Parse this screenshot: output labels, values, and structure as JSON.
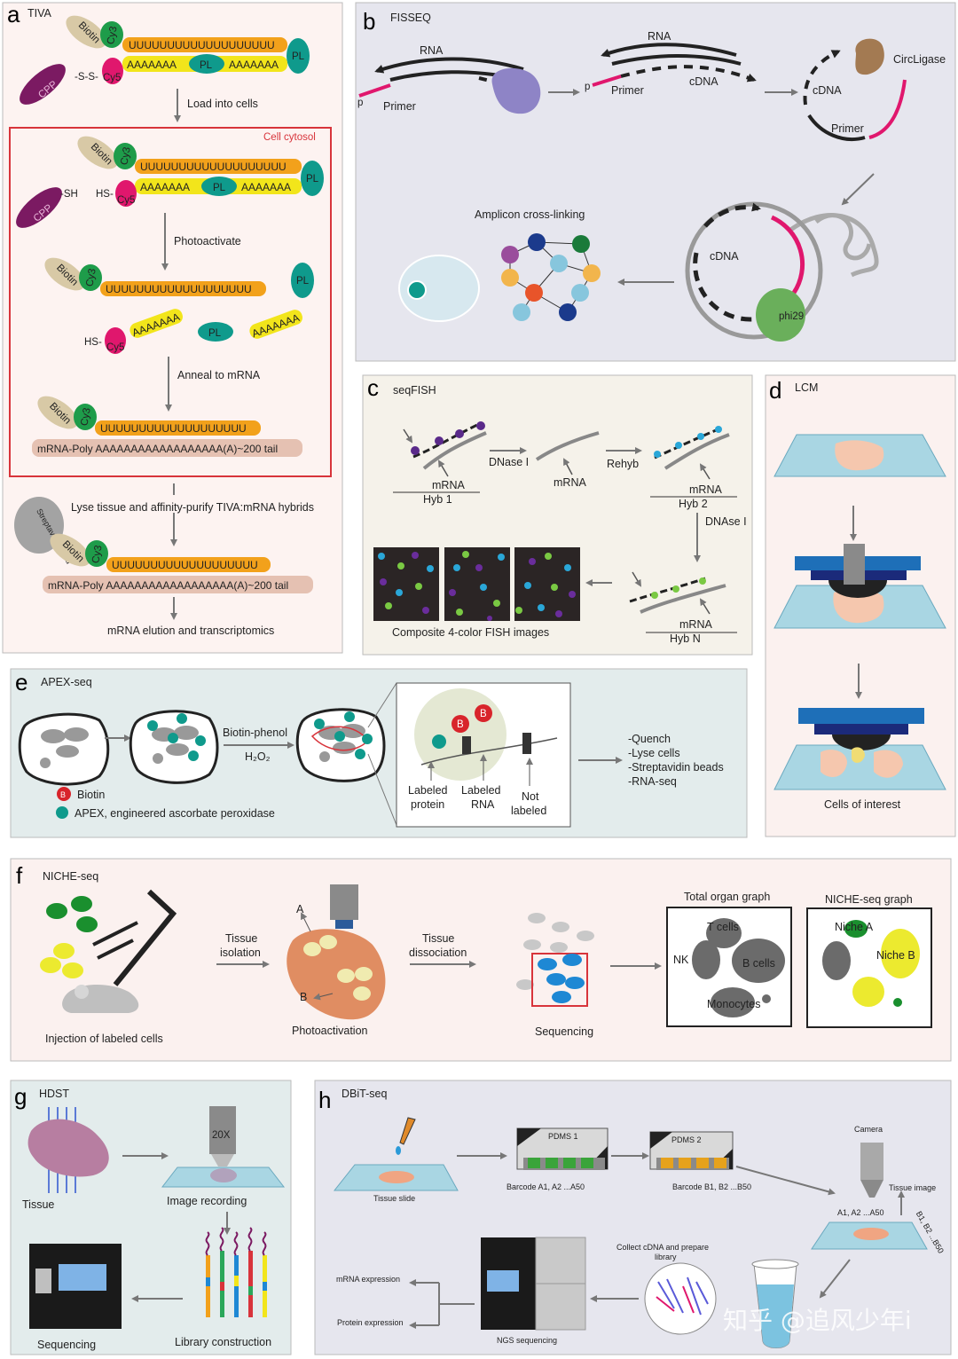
{
  "watermark": "知乎 @追风少年i",
  "panel_a": {
    "letter": "a",
    "title": "TIVA",
    "biotin": "Biotin",
    "cy3": "Cy3",
    "cy5": "Cy5",
    "pl": "PL",
    "cpp": "CPP",
    "uuu": "UUUUUUUUUUUUUUUUUUU",
    "aaa": "AAAAAAA",
    "ss": "-S-S-",
    "sh": "-SH",
    "hs": "HS-",
    "step_load": "Load into cells",
    "cell_cytosol": "Cell cytosol",
    "step_photo": "Photoactivate",
    "step_anneal": "Anneal to mRNA",
    "mrna_tail": "mRNA-Poly AAAAAAAAAAAAAAAAAA(A)~200 tail",
    "step_lyse": "Lyse tissue and affinity-purify TIVA:mRNA hybrids",
    "bead": "Streptavidin bead",
    "step_elution": "mRNA elution and transcriptomics"
  },
  "panel_b": {
    "letter": "b",
    "title": "FISSEQ",
    "rna": "RNA",
    "primer": "Primer",
    "p": "p",
    "cdna": "cDNA",
    "circligase": "CircLigase",
    "amplicon": "Amplicon cross-linking",
    "phi29": "phi29"
  },
  "panel_c": {
    "letter": "c",
    "title": "seqFISH",
    "mrna": "mRNA",
    "hyb1": "Hyb 1",
    "dnase1": "DNase I",
    "rehyb": "Rehyb",
    "hyb2": "Hyb 2",
    "dnase2": "DNAse I",
    "hybn": "Hyb N",
    "composite": "Composite 4-color FISH images"
  },
  "panel_d": {
    "letter": "d",
    "title": "LCM",
    "cells": "Cells of interest"
  },
  "panel_e": {
    "letter": "e",
    "title": "APEX-seq",
    "biotin_phenol": "Biotin-phenol",
    "h2o2": "H₂O₂",
    "b": "B",
    "biotin": "Biotin",
    "apex": "APEX, engineered ascorbate peroxidase",
    "labeled_protein_1": "Labeled",
    "labeled_protein_2": "protein",
    "labeled_rna_1": "Labeled",
    "labeled_rna_2": "RNA",
    "not_labeled_1": "Not",
    "not_labeled_2": "labeled",
    "steps": [
      "-Quench",
      "-Lyse cells",
      "-Streptavidin beads",
      "-RNA-seq"
    ]
  },
  "panel_f": {
    "letter": "f",
    "title": "NICHE-seq",
    "injection": "Injection of labeled cells",
    "tissue_isolation_1": "Tissue",
    "tissue_isolation_2": "isolation",
    "a": "A",
    "b": "B",
    "photoactivation": "Photoactivation",
    "tissue_dissociation_1": "Tissue",
    "tissue_dissociation_2": "dissociation",
    "sequencing": "Sequencing",
    "total_graph": "Total organ graph",
    "niche_graph": "NICHE-seq graph",
    "tcells": "T cells",
    "nk": "NK",
    "bcells": "B cells",
    "monocytes": "Monocytes",
    "niche_a": "Niche A",
    "niche_b": "Niche B"
  },
  "panel_g": {
    "letter": "g",
    "title": "HDST",
    "tissue": "Tissue",
    "objective": "20X",
    "image_recording": "Image recording",
    "library": "Library construction",
    "sequencing": "Sequencing"
  },
  "panel_h": {
    "letter": "h",
    "title": "DBiT-seq",
    "tissue_slide": "Tissue slide",
    "pdms1": "PDMS 1",
    "barcode_a": "Barcode A1, A2 ...A50",
    "pdms2": "PDMS 2",
    "barcode_b": "Barcode B1, B2 ...B50",
    "camera": "Camera",
    "tissue_image": "Tissue image",
    "a_axis": "A1, A2 ...A50",
    "b_axis": "B1, B2 ...B50",
    "collect_1": "Collect cDNA and prepare",
    "collect_2": "library",
    "mrna_expr": "mRNA expression",
    "protein_expr": "Protein expression",
    "ngs": "NGS sequencing"
  }
}
